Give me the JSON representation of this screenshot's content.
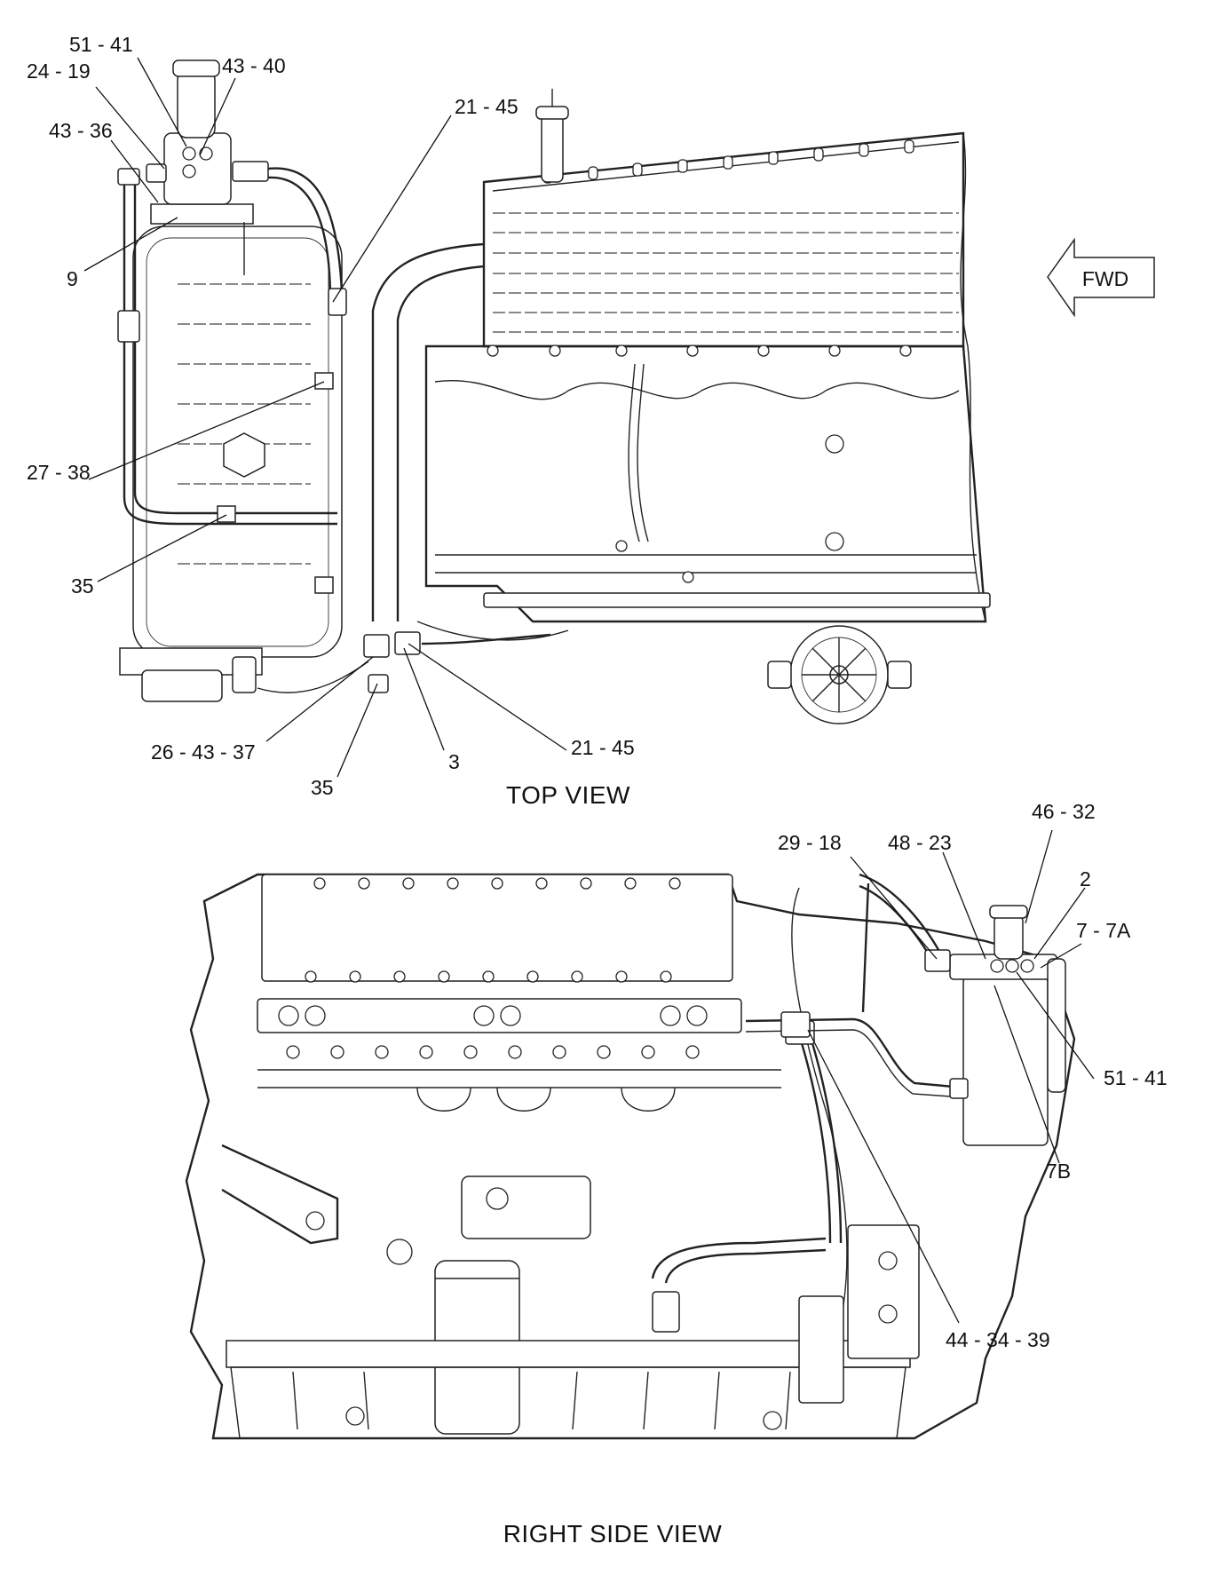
{
  "views": {
    "top": {
      "title": "TOP VIEW"
    },
    "side": {
      "title": "RIGHT SIDE VIEW"
    }
  },
  "fwd_label": "FWD",
  "callouts": {
    "top": [
      {
        "id": "t1",
        "label": "51 - 41"
      },
      {
        "id": "t2",
        "label": "24 - 19"
      },
      {
        "id": "t3",
        "label": "43 - 40"
      },
      {
        "id": "t4",
        "label": "43 - 36"
      },
      {
        "id": "t5",
        "label": "21 - 45"
      },
      {
        "id": "t6",
        "label": "9"
      },
      {
        "id": "t7",
        "label": "27 - 38"
      },
      {
        "id": "t8",
        "label": "35"
      },
      {
        "id": "t9",
        "label": "26 - 43 - 37"
      },
      {
        "id": "t10",
        "label": "35"
      },
      {
        "id": "t11",
        "label": "3"
      },
      {
        "id": "t12",
        "label": "21 - 45"
      }
    ],
    "side": [
      {
        "id": "s1",
        "label": "46 - 32"
      },
      {
        "id": "s2",
        "label": "29 - 18"
      },
      {
        "id": "s3",
        "label": "48 - 23"
      },
      {
        "id": "s4",
        "label": "2"
      },
      {
        "id": "s5",
        "label": "7 - 7A"
      },
      {
        "id": "s6",
        "label": "51 - 41"
      },
      {
        "id": "s7",
        "label": "7B"
      },
      {
        "id": "s8",
        "label": "44 - 34 - 39"
      }
    ]
  }
}
